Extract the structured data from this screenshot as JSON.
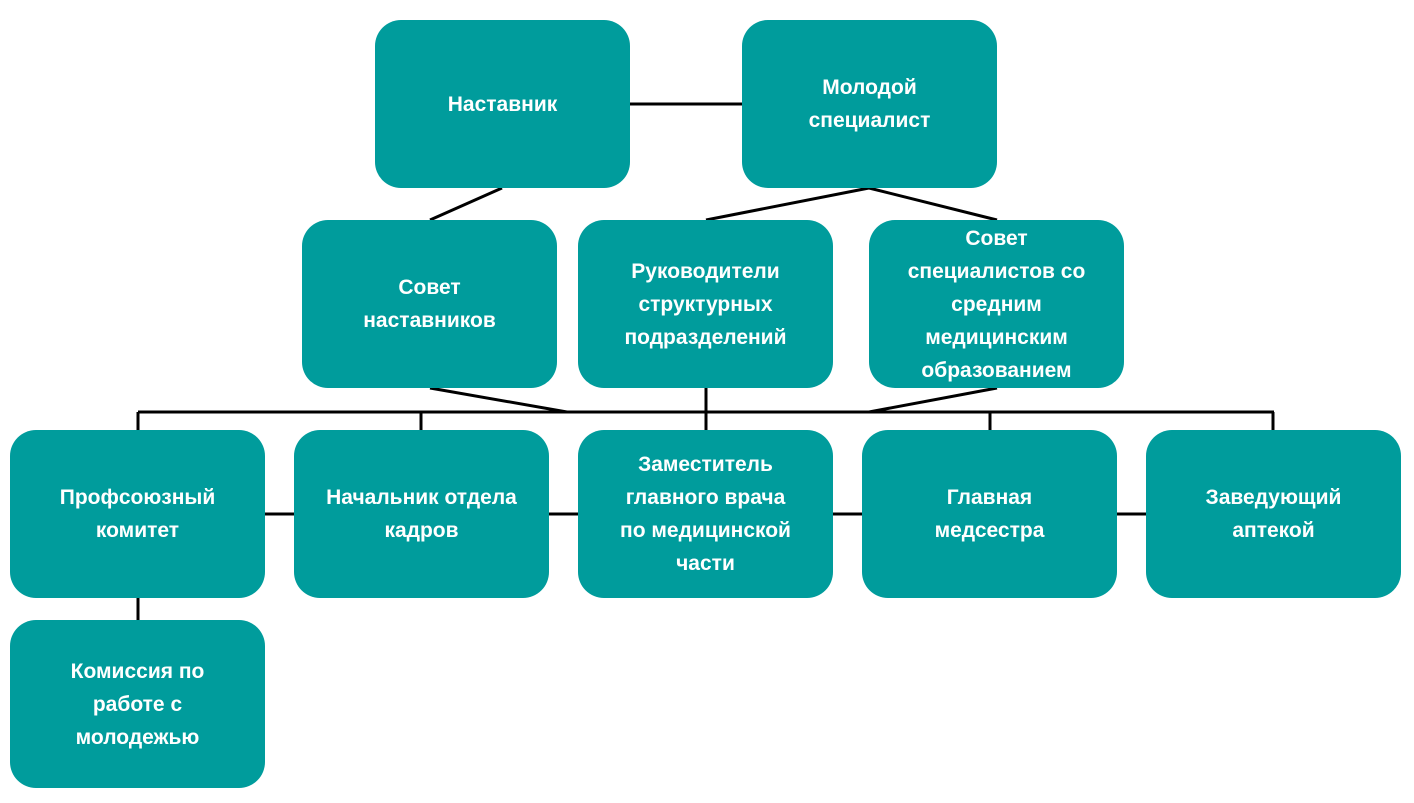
{
  "accent_color": "#009c9c",
  "nodes": {
    "mentor": "Наставник",
    "young_specialist": "Молодой\nспециалист",
    "mentors_council": "Совет\nнаставников",
    "unit_heads": "Руководители\nструктурных\nподразделений",
    "nurses_council": "Совет\nспециалистов со\nсредним\nмедицинским\nобразованием",
    "trade_union": "Профсоюзный\nкомитет",
    "hr_head": "Начальник отдела\nкадров",
    "deputy_chief": "Заместитель\nглавного врача\nпо медицинской\nчасти",
    "head_nurse": "Главная\nмедсестра",
    "pharmacy_head": "Заведующий\nаптекой",
    "youth_commission": "Комиссия по\nработе с\nмолодежью"
  }
}
